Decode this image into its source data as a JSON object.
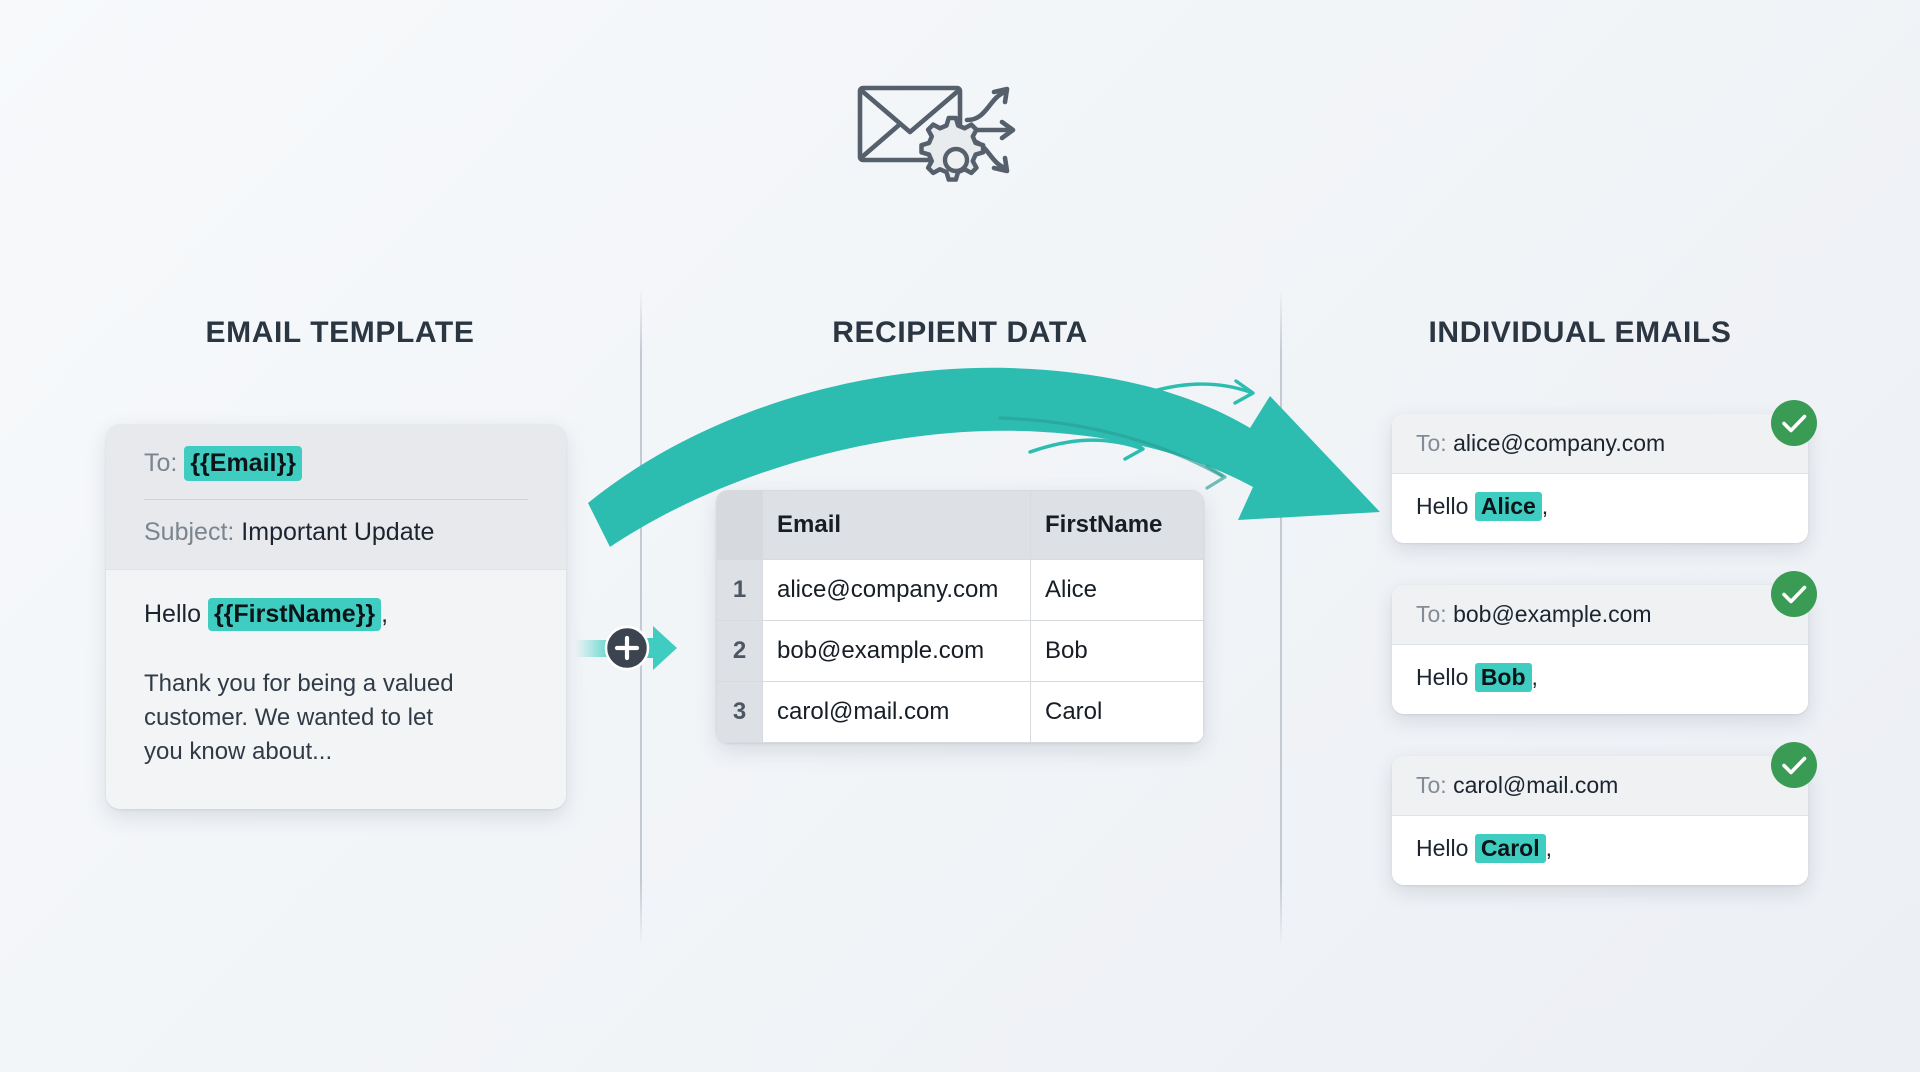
{
  "header": {
    "icon": "envelope-gear-arrows-icon"
  },
  "columns": {
    "template_title": "EMAIL TEMPLATE",
    "data_title": "RECIPIENT DATA",
    "output_title": "INDIVIDUAL EMAILS"
  },
  "template_card": {
    "to_label": "To:",
    "to_value": "{{Email}}",
    "subject_label": "Subject:",
    "subject_value": "Important Update",
    "greeting_prefix": "Hello",
    "greeting_tag": "{{FirstName}}",
    "greeting_suffix": ",",
    "body_text": "Thank you for being a valued customer. We wanted to let you know about..."
  },
  "connector": {
    "icon": "plus-icon",
    "arrow_icon": "arrow-right-icon"
  },
  "recipient_table": {
    "headers": [
      "",
      "Email",
      "FirstName"
    ],
    "rows": [
      {
        "index": "1",
        "email": "alice@company.com",
        "first_name": "Alice"
      },
      {
        "index": "2",
        "email": "bob@example.com",
        "first_name": "Bob"
      },
      {
        "index": "3",
        "email": "carol@mail.com",
        "first_name": "Carol"
      }
    ]
  },
  "emails": [
    {
      "to_label": "To:",
      "to_value": "alice@company.com",
      "greeting_prefix": "Hello",
      "name": "Alice",
      "greeting_suffix": ",",
      "status_icon": "check-circle-icon"
    },
    {
      "to_label": "To:",
      "to_value": "bob@example.com",
      "greeting_prefix": "Hello",
      "name": "Bob",
      "greeting_suffix": ",",
      "status_icon": "check-circle-icon"
    },
    {
      "to_label": "To:",
      "to_value": "carol@mail.com",
      "greeting_prefix": "Hello",
      "name": "Carol",
      "greeting_suffix": ",",
      "status_icon": "check-circle-icon"
    }
  ],
  "colors": {
    "accent_teal": "#40cdc1",
    "arrow_teal": "#2cbdb0",
    "success_green": "#3a9b55",
    "heading_navy": "#2b3643",
    "icon_gray": "#55606c",
    "background_light": "#f7f9fb",
    "background_dark": "#eceff4"
  }
}
